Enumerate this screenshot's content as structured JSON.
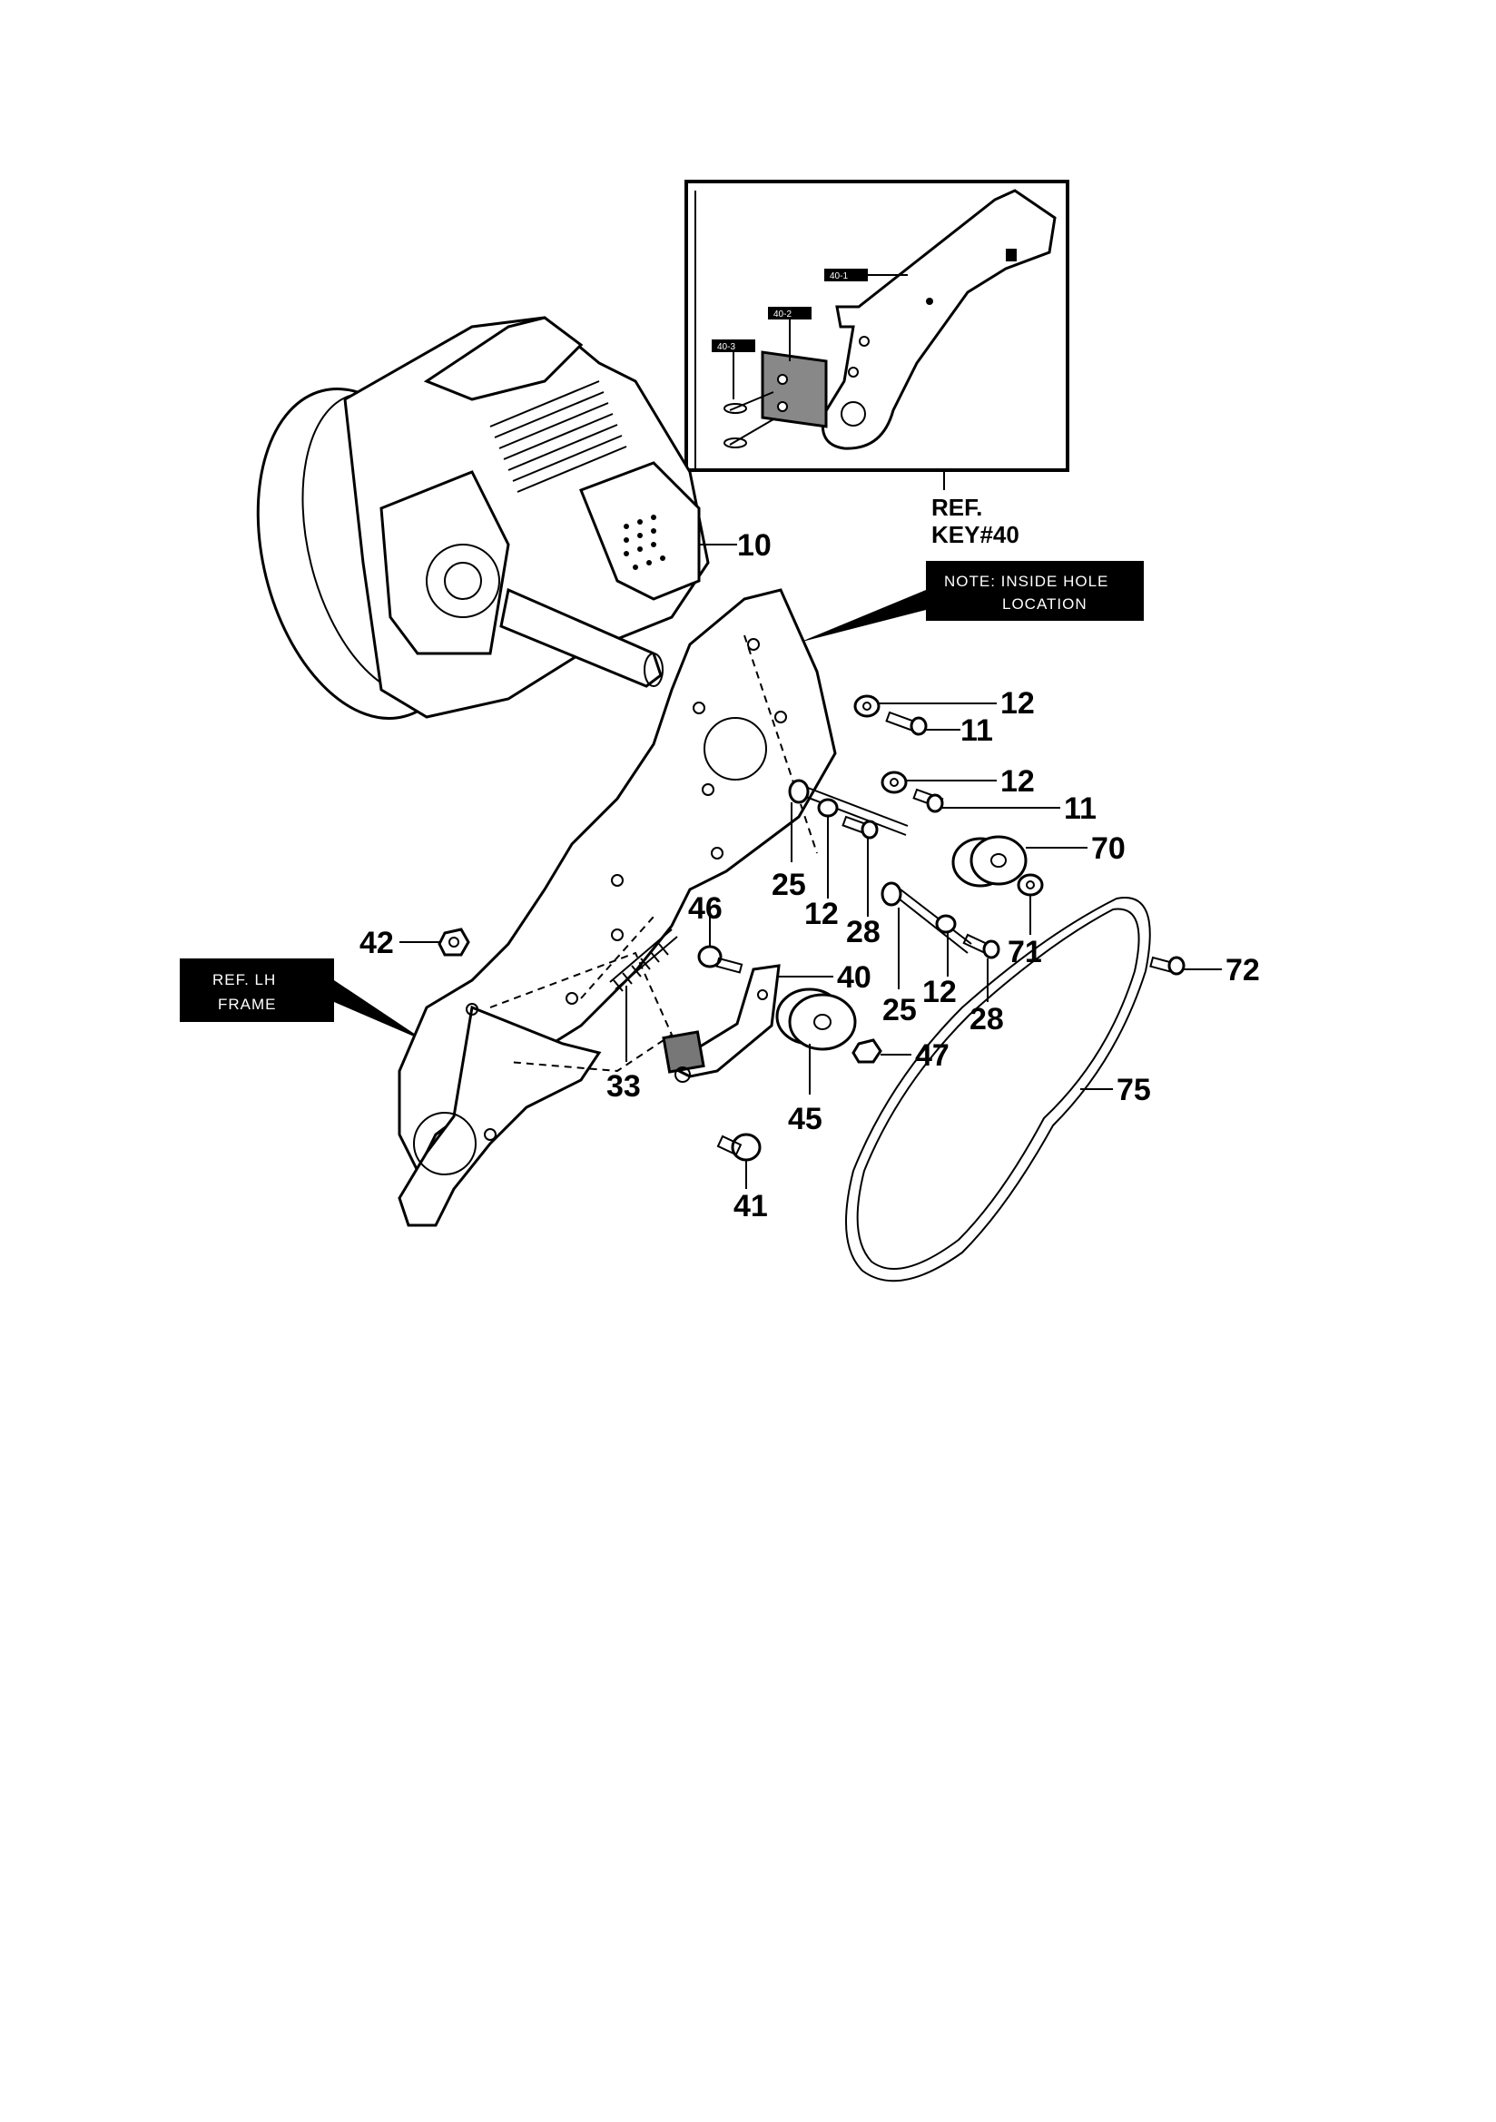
{
  "callouts": [
    {
      "id": "10",
      "label": "10"
    },
    {
      "id": "12a",
      "label": "12"
    },
    {
      "id": "11a",
      "label": "11"
    },
    {
      "id": "12b",
      "label": "12"
    },
    {
      "id": "11b",
      "label": "11"
    },
    {
      "id": "70",
      "label": "70"
    },
    {
      "id": "25a",
      "label": "25"
    },
    {
      "id": "12c",
      "label": "12"
    },
    {
      "id": "28a",
      "label": "28"
    },
    {
      "id": "46",
      "label": "46"
    },
    {
      "id": "71",
      "label": "71"
    },
    {
      "id": "72",
      "label": "72"
    },
    {
      "id": "42",
      "label": "42"
    },
    {
      "id": "40",
      "label": "40"
    },
    {
      "id": "25b",
      "label": "25"
    },
    {
      "id": "12d",
      "label": "12"
    },
    {
      "id": "28b",
      "label": "28"
    },
    {
      "id": "47",
      "label": "47"
    },
    {
      "id": "33",
      "label": "33"
    },
    {
      "id": "45",
      "label": "45"
    },
    {
      "id": "75",
      "label": "75"
    },
    {
      "id": "41",
      "label": "41"
    }
  ],
  "inset": {
    "ref_line1": "REF.",
    "ref_line2": "KEY#40",
    "tags": [
      "40-1",
      "40-2",
      "40-3"
    ]
  },
  "notes": {
    "hole_note_line1": "NOTE: INSIDE HOLE",
    "hole_note_line2": "LOCATION",
    "frame_note_line1": "REF. LH",
    "frame_note_line2": "FRAME"
  },
  "colors": {
    "ink": "#000000",
    "paper": "#ffffff",
    "label_box": "#000000"
  }
}
